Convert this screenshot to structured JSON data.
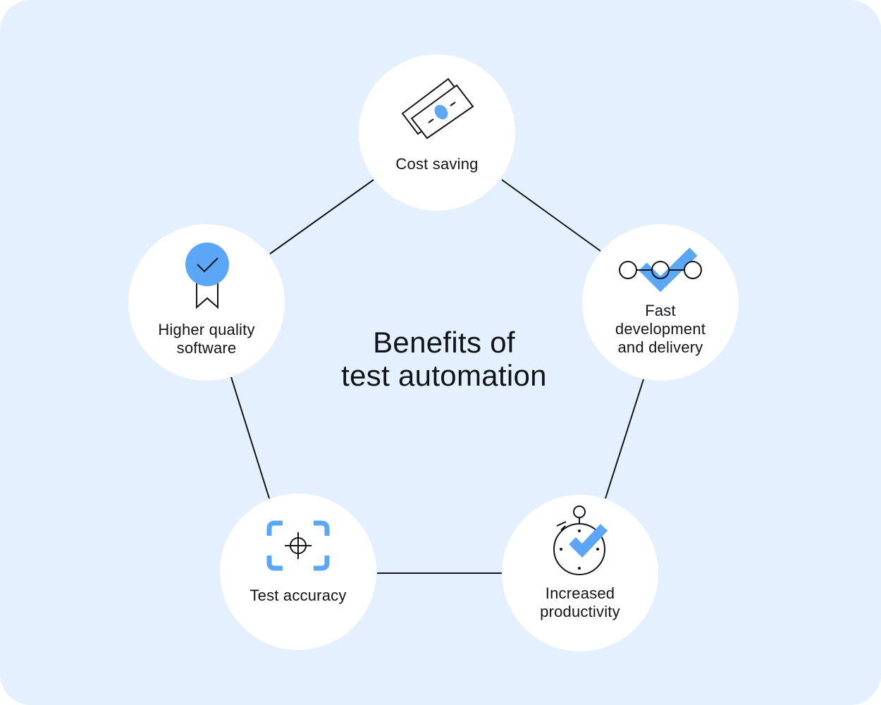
{
  "diagram": {
    "title": "Benefits of\ntest automation",
    "accent_color": "#5ba6f7",
    "background_color": "#e4f0fd",
    "nodes": [
      {
        "id": "cost",
        "label": "Cost saving",
        "icon": "money-bills-icon"
      },
      {
        "id": "fast",
        "label": "Fast\ndevelopment\nand delivery",
        "icon": "pipeline-check-icon"
      },
      {
        "id": "prod",
        "label": "Increased\nproductivity",
        "icon": "stopwatch-check-icon"
      },
      {
        "id": "accuracy",
        "label": "Test accuracy",
        "icon": "target-crosshair-icon"
      },
      {
        "id": "quality",
        "label": "Higher quality\nsoftware",
        "icon": "award-badge-icon"
      }
    ]
  }
}
